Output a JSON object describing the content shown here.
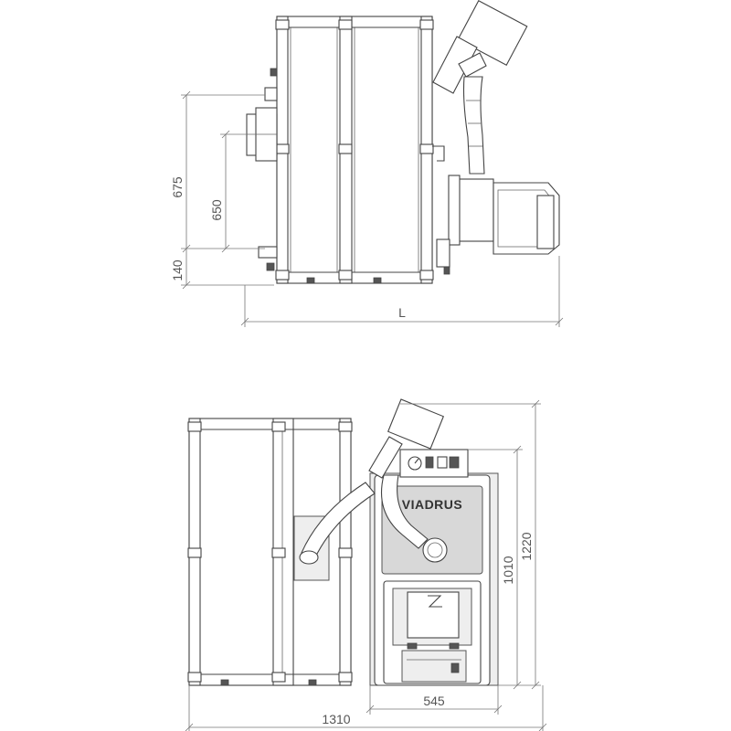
{
  "top_view": {
    "dim_675": "675",
    "dim_650": "650",
    "dim_140": "140",
    "dim_L": "L"
  },
  "front_view": {
    "brand": "VIADRUS",
    "dim_1220": "1220",
    "dim_1010": "1010",
    "dim_545": "545",
    "dim_1310": "1310"
  }
}
